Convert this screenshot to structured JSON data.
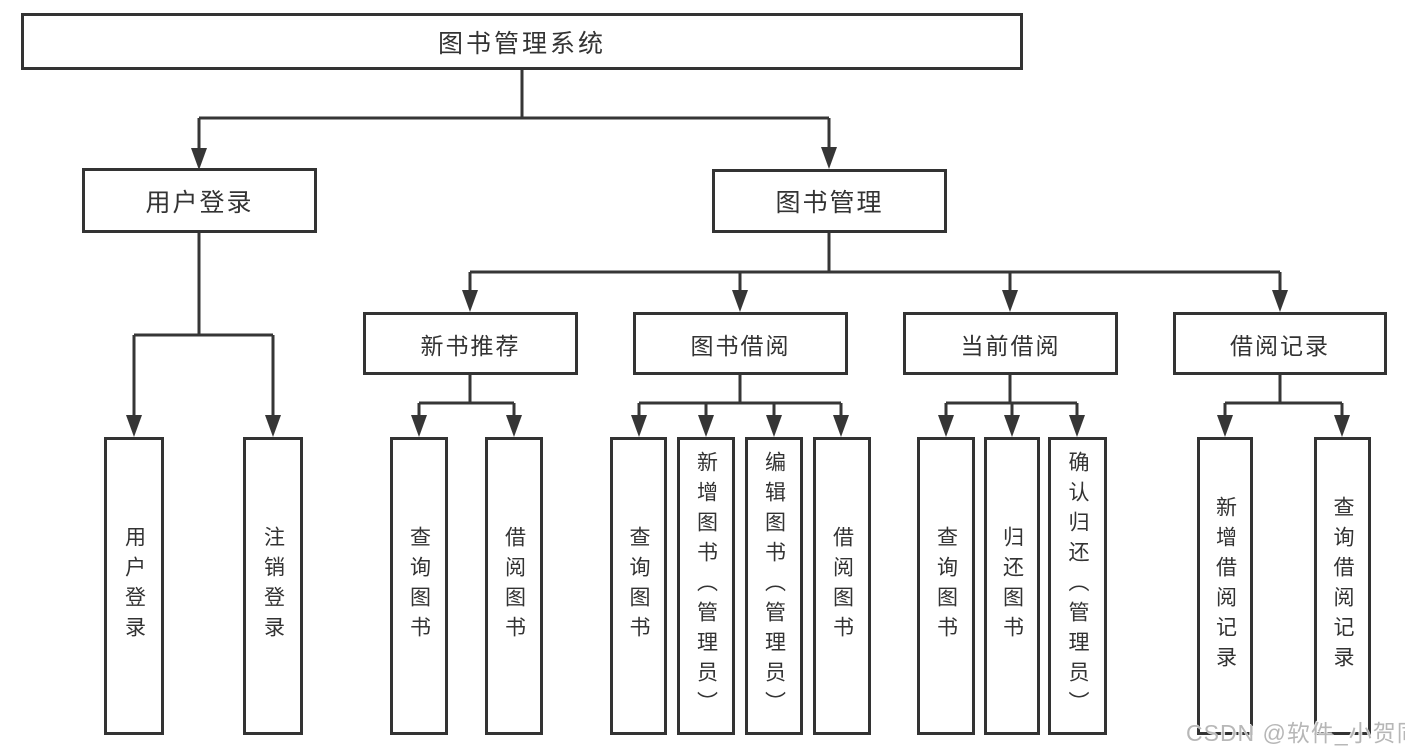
{
  "tree": {
    "root": {
      "label": "图书管理系统"
    },
    "branches": [
      {
        "label": "用户登录",
        "children": [
          {
            "label": "用户登录"
          },
          {
            "label": "注销登录"
          }
        ]
      },
      {
        "label": "图书管理",
        "sections": [
          {
            "label": "新书推荐",
            "children": [
              {
                "label": "查询图书"
              },
              {
                "label": "借阅图书"
              }
            ]
          },
          {
            "label": "图书借阅",
            "children": [
              {
                "label": "查询图书"
              },
              {
                "label": "新增图书（管理员）"
              },
              {
                "label": "编辑图书（管理员）"
              },
              {
                "label": "借阅图书"
              }
            ]
          },
          {
            "label": "当前借阅",
            "children": [
              {
                "label": "查询图书"
              },
              {
                "label": "归还图书"
              },
              {
                "label": "确认归还（管理员）"
              }
            ]
          },
          {
            "label": "借阅记录",
            "children": [
              {
                "label": "新增借阅记录"
              },
              {
                "label": "查询借阅记录"
              }
            ]
          }
        ]
      }
    ]
  },
  "watermark": "CSDN @软件_小贺同学",
  "colors": {
    "line": "#363636",
    "box_border": "#333333",
    "text": "#333333",
    "watermark": "#b7b7b7",
    "background": "#ffffff"
  }
}
